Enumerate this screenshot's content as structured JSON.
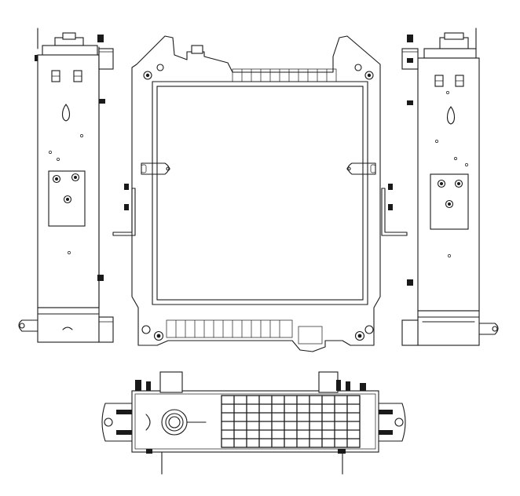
{
  "drawing": {
    "views": [
      {
        "id": "left-side-view"
      },
      {
        "id": "front-view"
      },
      {
        "id": "right-side-view"
      },
      {
        "id": "top-view"
      }
    ],
    "colors": {
      "line": "#1a1a1a",
      "background": "#ffffff"
    }
  }
}
